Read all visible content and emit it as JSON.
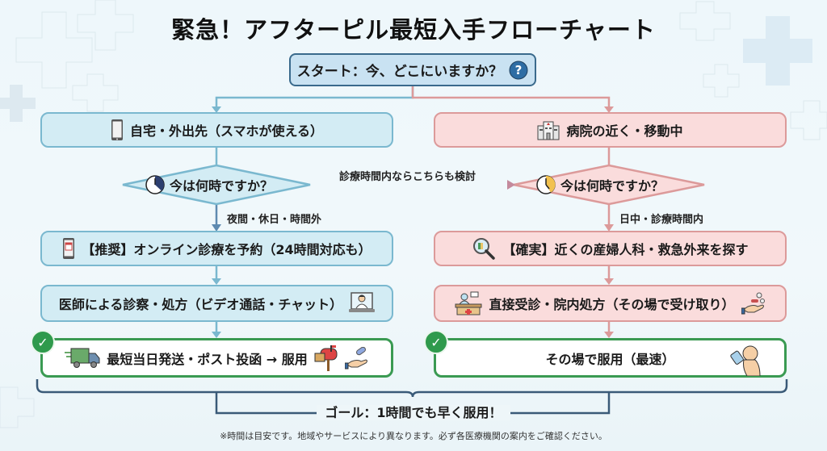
{
  "title": "緊急！アフターピル最短入手フローチャート",
  "start": {
    "label": "スタート：今、どこにいますか？",
    "icon": "question-circle-icon"
  },
  "left_branch": {
    "location": {
      "label": "自宅・外出先（スマホが使える）",
      "icon": "smartphone-icon"
    },
    "question": {
      "label": "今は何時ですか？",
      "icon": "clock-night-icon"
    },
    "condition": "夜間・休日・時間外",
    "step1": {
      "label": "【推奨】オンライン診療を予約（24時間対応も）",
      "icon": "calendar-phone-icon"
    },
    "step2": {
      "label": "医師による診察・処方（ビデオ通話・チャット）",
      "icon": "doctor-laptop-icon"
    },
    "result": {
      "label": "最短当日発送・ポスト投函 → 服用",
      "icons": [
        "delivery-truck-icon",
        "mailbox-icon",
        "pill-hand-icon"
      ]
    }
  },
  "right_branch": {
    "location": {
      "label": "病院の近く・移動中",
      "icon": "hospital-icon"
    },
    "question": {
      "label": "今は何時ですか？",
      "icon": "clock-day-icon"
    },
    "condition": "日中・診療時間内",
    "step1": {
      "label": "【確実】近くの産婦人科・救急外来を探す",
      "icon": "map-search-icon"
    },
    "step2": {
      "label": "直接受診・院内処方（その場で受け取り）",
      "icons": [
        "reception-desk-icon",
        "pill-hand-icon"
      ]
    },
    "result": {
      "label": "その場で服用（最速）",
      "icon": "person-drinking-icon"
    }
  },
  "cross_link": "診療時間内ならこちらも検討",
  "goal": "ゴール：1時間でも早く服用！",
  "note": "※時間は目安です。地域やサービスにより異なります。必ず各医療機関の案内をご確認ください。",
  "colors": {
    "blue_fill": "#d3ecf4",
    "blue_line": "#7ab8cf",
    "pink_fill": "#fadcdc",
    "pink_line": "#dc9a9a",
    "green": "#3a9a52",
    "navy": "#3a5a78"
  }
}
